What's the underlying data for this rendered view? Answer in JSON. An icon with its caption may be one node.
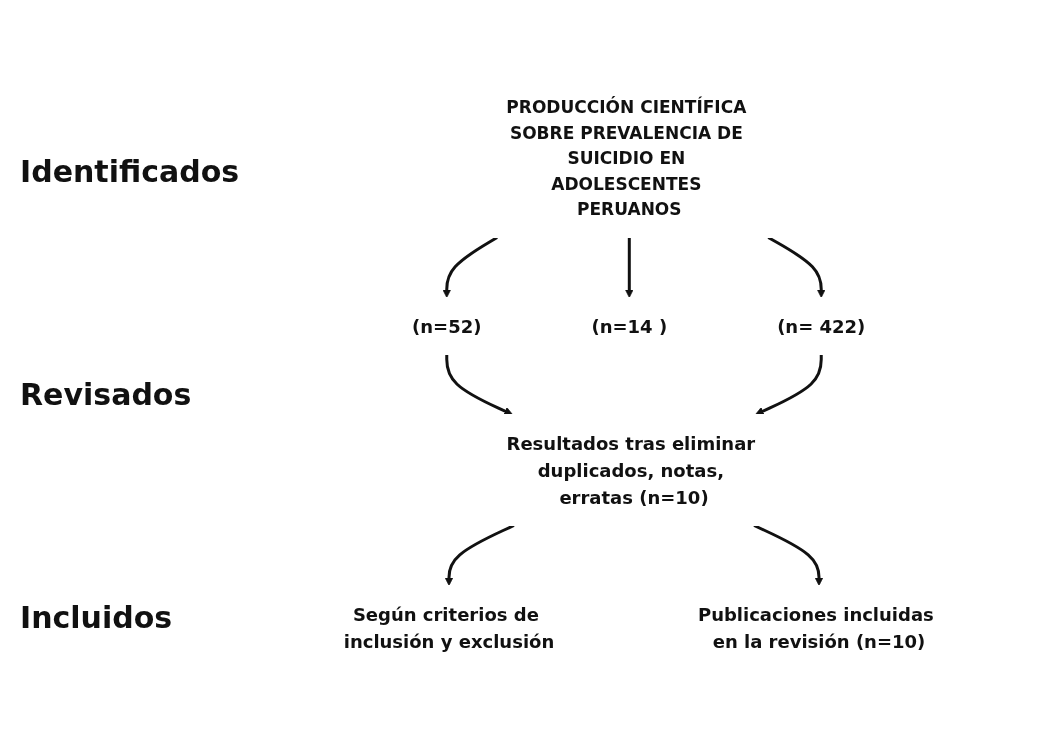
{
  "diagram": {
    "nodes": [
      {
        "text": [
          "PRODUCCIÓN CIENTÍFICA SOBRE PREVALENCIA DE SUICIDIO EN ADOLESCENTES PERUANOS"
        ]
      },
      {
        "text": [
          "(n=52)"
        ]
      },
      {
        "text": [
          "(n=14 )"
        ]
      },
      {
        "text": [
          "(n= 422)"
        ]
      },
      {
        "text": [
          "Resultados tras eliminar duplicados, notas, erratas (n=10)"
        ]
      },
      {
        "text": [
          "Según criterios de inclusión y exclusión"
        ]
      },
      {
        "text": [
          "Publicaciones incluidas en la revisión (n=10)"
        ]
      }
    ],
    "edges": [
      {
        "from": 0,
        "to": 1,
        "arrow": "to"
      },
      {
        "from": 0,
        "to": 2,
        "arrow": "to"
      },
      {
        "from": 0,
        "to": 3,
        "arrow": "to"
      },
      {
        "from": 1,
        "to": 4,
        "arrow": "to"
      },
      {
        "from": 3,
        "to": 4,
        "arrow": "to"
      },
      {
        "from": 4,
        "to": 5,
        "arrow": "to"
      },
      {
        "from": 4,
        "to": 6,
        "arrow": "to"
      }
    ],
    "labels": [
      "Identificados",
      "Revisados",
      "Incluidos"
    ]
  }
}
